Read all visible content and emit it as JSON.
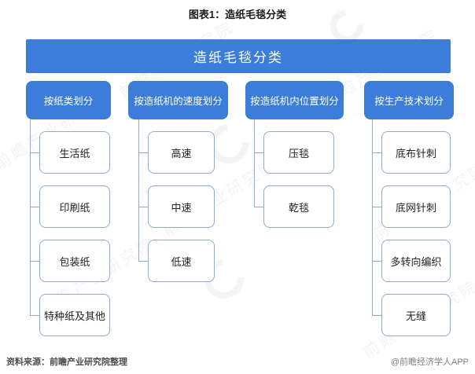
{
  "page": {
    "title": "图表1：造纸毛毯分类",
    "footer_left": "资料来源：前瞻产业研究院整理",
    "footer_right": "@前瞻经济学人APP",
    "watermark_text": "前瞻产业研究院",
    "colors": {
      "primary_blue": "#3b7dd8",
      "leaf_border": "#8caad8",
      "connector": "#93a9c9"
    }
  },
  "chart": {
    "root_label": "造纸毛毯分类",
    "columns": [
      {
        "category": "按纸类划分",
        "leaves": [
          "生活纸",
          "印刷纸",
          "包装纸",
          "特种纸及其他"
        ]
      },
      {
        "category": "按造纸机的速度划分",
        "leaves": [
          "高速",
          "中速",
          "低速"
        ]
      },
      {
        "category": "按造纸机内位置划分",
        "leaves": [
          "压毯",
          "乾毯"
        ]
      },
      {
        "category": "按生产技术划分",
        "leaves": [
          "底布针刺",
          "底网针刺",
          "多转向编织",
          "无缝"
        ]
      }
    ]
  }
}
